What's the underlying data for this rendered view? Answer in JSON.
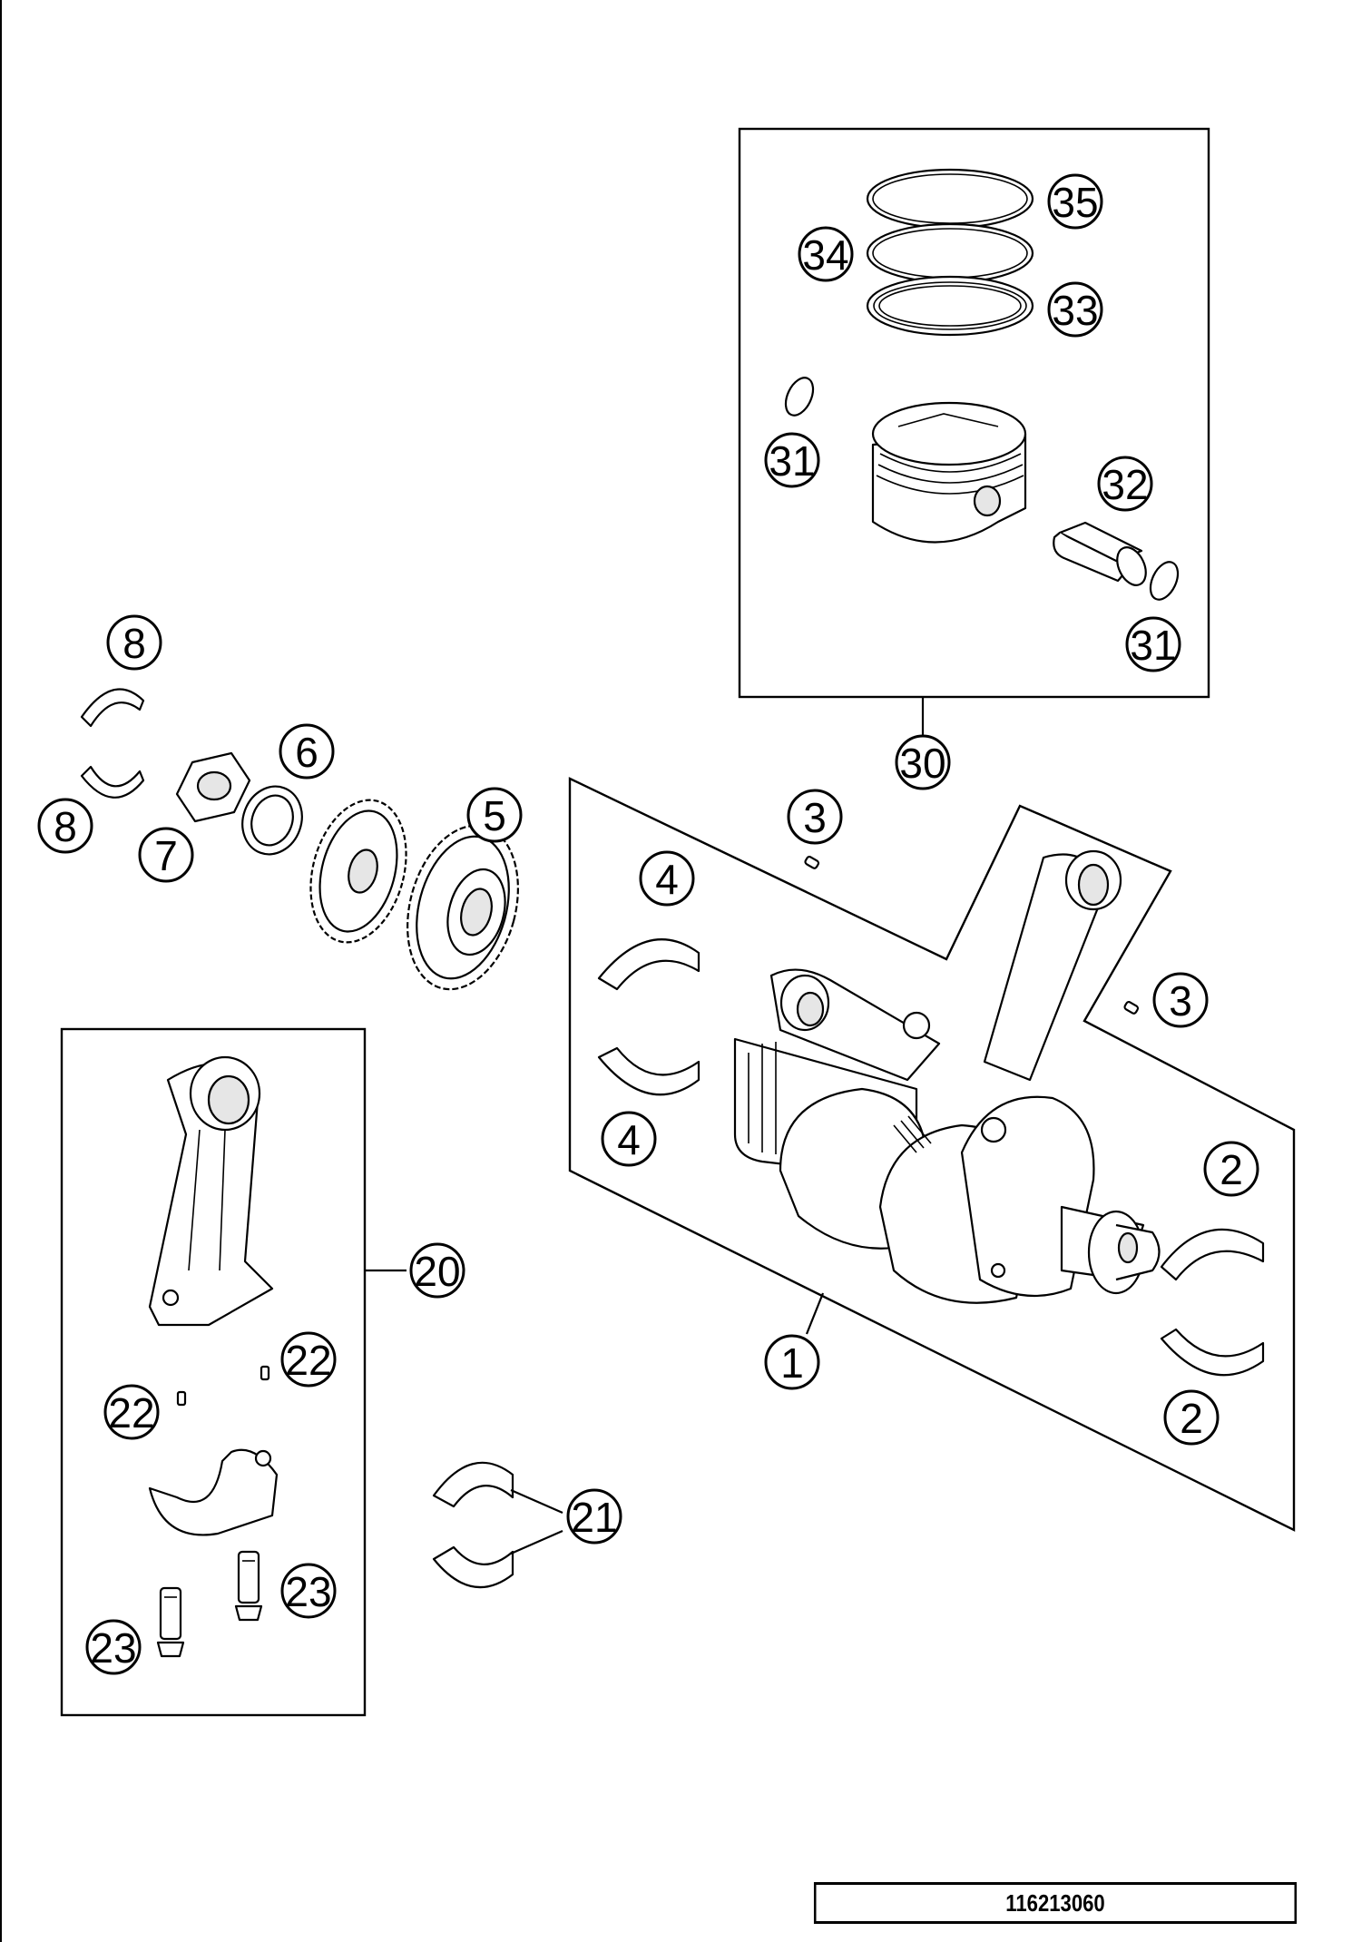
{
  "diagram": {
    "reference_number": "116213060",
    "callouts": [
      {
        "id": "c-35",
        "label": "35"
      },
      {
        "id": "c-34",
        "label": "34"
      },
      {
        "id": "c-33",
        "label": "33"
      },
      {
        "id": "c-31a",
        "label": "31"
      },
      {
        "id": "c-32",
        "label": "32"
      },
      {
        "id": "c-31b",
        "label": "31"
      },
      {
        "id": "c-30",
        "label": "30"
      },
      {
        "id": "c-8a",
        "label": "8"
      },
      {
        "id": "c-8b",
        "label": "8"
      },
      {
        "id": "c-6",
        "label": "6"
      },
      {
        "id": "c-7",
        "label": "7"
      },
      {
        "id": "c-5",
        "label": "5"
      },
      {
        "id": "c-3a",
        "label": "3"
      },
      {
        "id": "c-4a",
        "label": "4"
      },
      {
        "id": "c-3b",
        "label": "3"
      },
      {
        "id": "c-4b",
        "label": "4"
      },
      {
        "id": "c-2a",
        "label": "2"
      },
      {
        "id": "c-20",
        "label": "20"
      },
      {
        "id": "c-1",
        "label": "1"
      },
      {
        "id": "c-2b",
        "label": "2"
      },
      {
        "id": "c-22a",
        "label": "22"
      },
      {
        "id": "c-22b",
        "label": "22"
      },
      {
        "id": "c-21",
        "label": "21"
      },
      {
        "id": "c-23a",
        "label": "23"
      },
      {
        "id": "c-23b",
        "label": "23"
      }
    ]
  }
}
